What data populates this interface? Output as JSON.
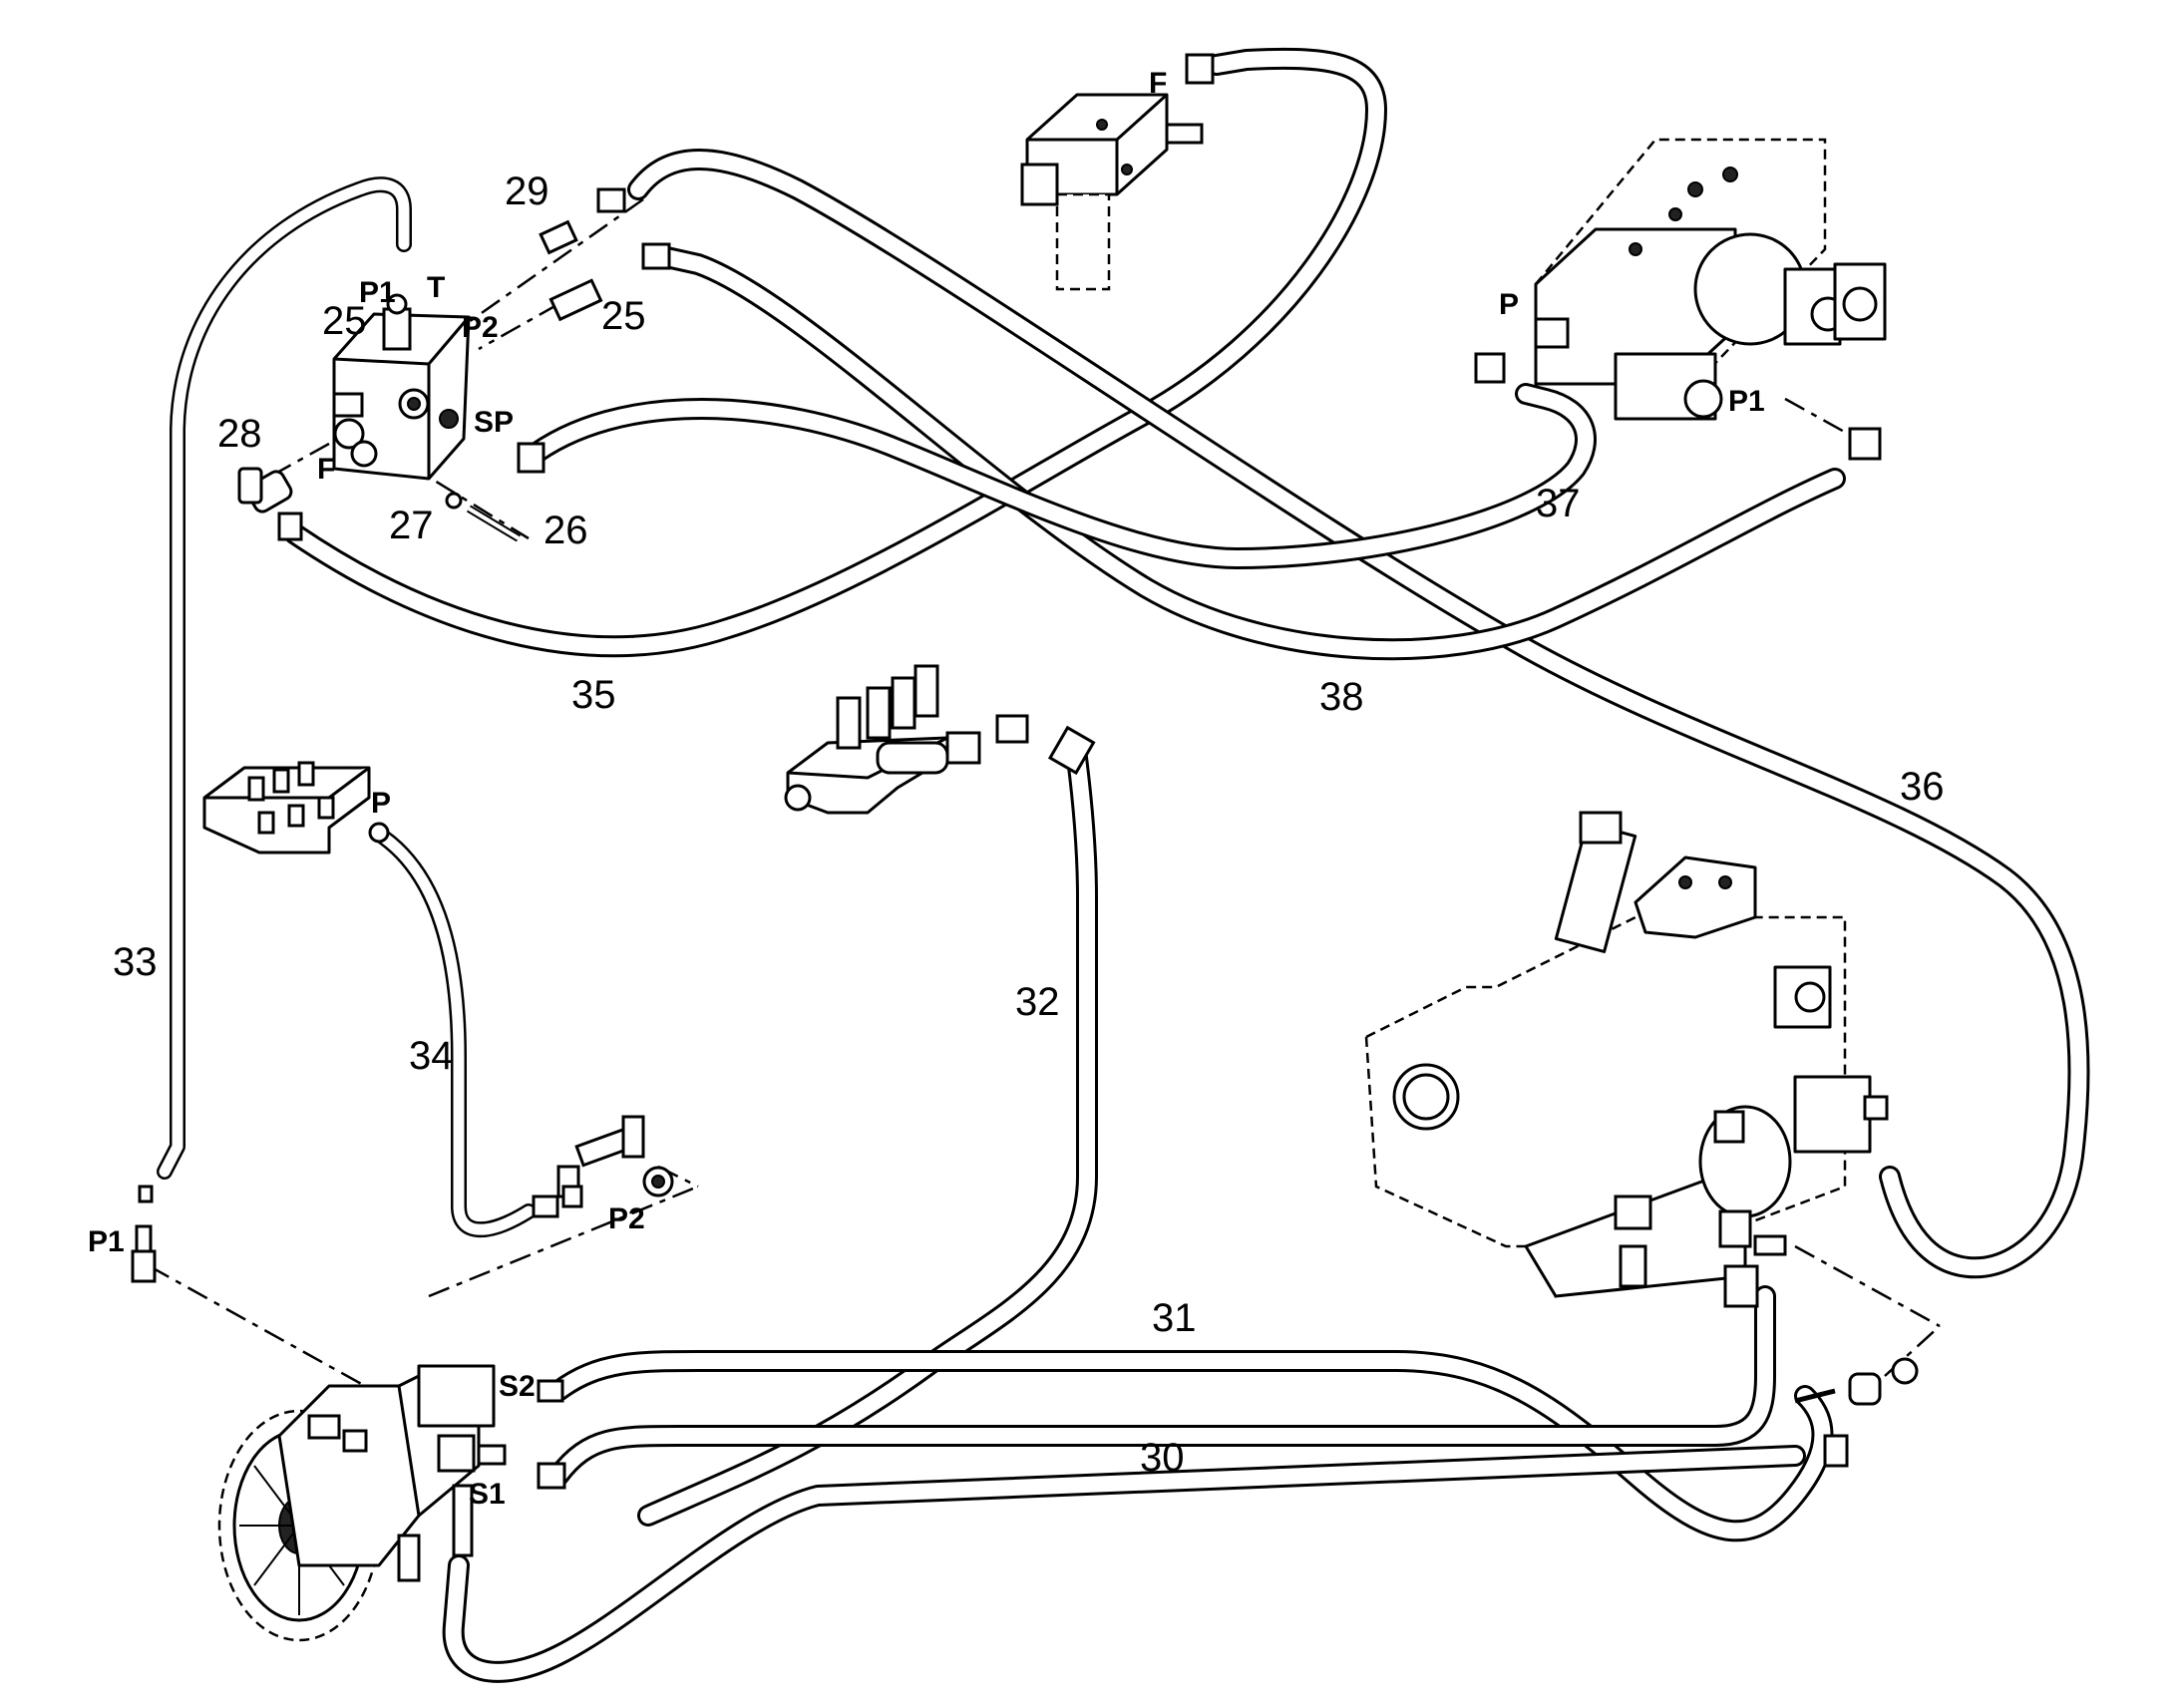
{
  "part_numbers": {
    "p25a": "25",
    "p25b": "25",
    "p26": "26",
    "p27": "27",
    "p28": "28",
    "p29": "29",
    "p30": "30",
    "p31": "31",
    "p32": "32",
    "p33": "33",
    "p34": "34",
    "p35": "35",
    "p36": "36",
    "p37": "37",
    "p38": "38"
  },
  "port_labels": {
    "valve_p1": "P1",
    "valve_t": "T",
    "valve_p2": "P2",
    "valve_sp": "SP",
    "valve_f": "F",
    "filter_f": "F",
    "right_valve_p": "P",
    "right_valve_p1": "P1",
    "left_manifold_p": "P",
    "pump_p2": "P2",
    "pump_p1": "P1",
    "pump_s2": "S2",
    "pump_s1": "S1"
  }
}
